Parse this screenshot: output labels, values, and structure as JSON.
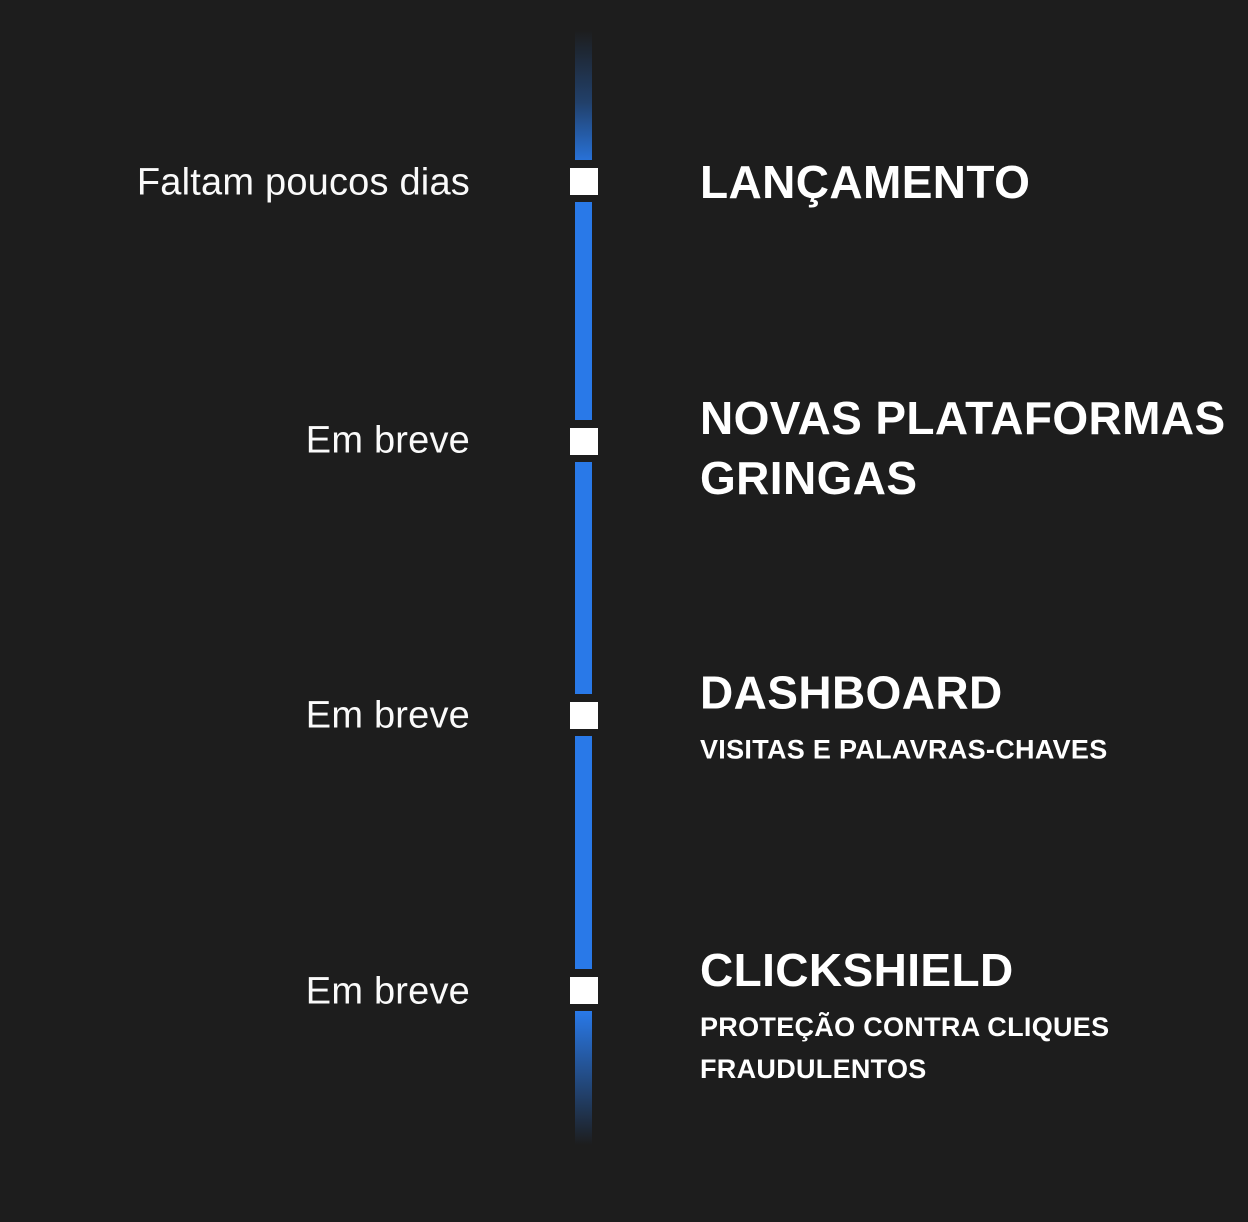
{
  "page": {
    "background_color": "#1d1d1d",
    "accent_blue": "#2979e8",
    "marker_color": "#ffffff",
    "text_color": "#ffffff"
  },
  "timeline": {
    "items": [
      {
        "status": "Faltam poucos dias",
        "title": "LANÇAMENTO"
      },
      {
        "status": "Em breve",
        "title": "NOVAS PLATAFORMAS GRINGAS"
      },
      {
        "status": "Em breve",
        "title": "DASHBOARD",
        "subtitle": "VISITAS E PALAVRAS-CHAVES"
      },
      {
        "status": "Em breve",
        "title": "CLICKSHIELD",
        "subtitle": "PROTEÇÃO CONTRA CLIQUES FRAUDULENTOS"
      }
    ]
  }
}
